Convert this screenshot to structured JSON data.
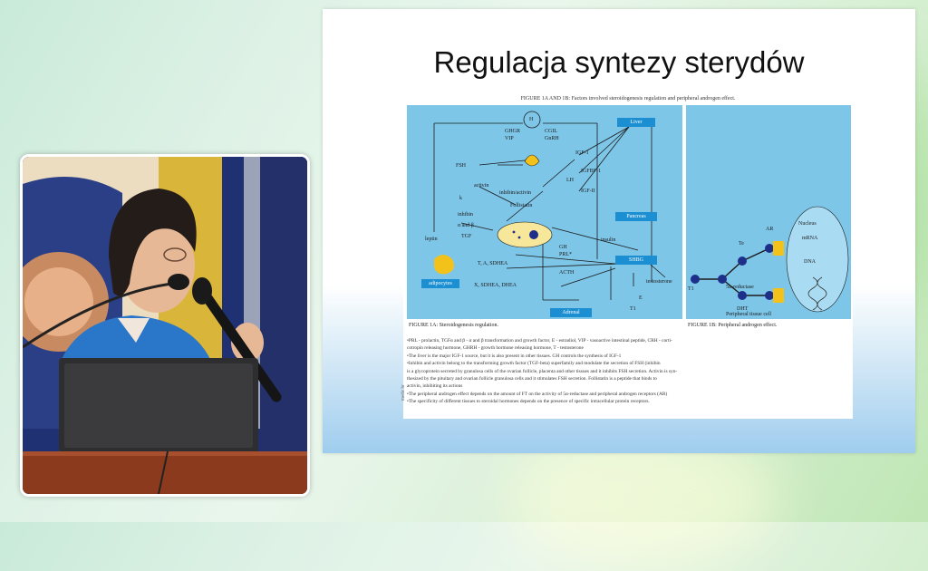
{
  "slide": {
    "title": "Regulacja syntezy sterydów",
    "figure_header": "FIGURE 1A AND 1B: Factors involved steroidogenesis regulation and peripheral androgen effect.",
    "caption_a": "FIGURE 1A: Steroidogenesis regulation.",
    "caption_b": "FIGURE 1B: Peripheral androgen effect.",
    "side_credit": "medic.hr",
    "panel_a": {
      "h": "H",
      "ghgr": "GHGR",
      "vip": "VIP",
      "cgil": "CGIL",
      "gnrh": "GnRH",
      "liver": "Liver",
      "igf1": "IGF-1",
      "igfbp": "IGFBP-1",
      "igf2": "IGF-II",
      "lh": "LH",
      "fsh": "FSH",
      "activin": "activin",
      "inhibin_activin": "inhibin/activin",
      "follistatin": "Follistatin",
      "k": "k",
      "inhibin": "inhibin",
      "alpha_beta": "α and β",
      "tgf": "TGF",
      "leptin": "leptin",
      "pancreas": "Pancreas",
      "insulin": "insulin",
      "gh": "GH",
      "prl": "PRL*",
      "t_a_sdhea": "T, A, SDHEA",
      "x_sdhea": "X, SDHEA, DHEA",
      "acth": "ACTH",
      "shbg": "SHBG",
      "adipocytes": "adipocytes",
      "adrenal": "Adrenal",
      "t1": "T1",
      "e": "E",
      "testosterone": "testosterone"
    },
    "panel_b": {
      "ar": "AR",
      "te": "Te",
      "five_alpha": "5α-reductase",
      "dht": "DHT",
      "t1": "T1",
      "nucleus": "Nucleus",
      "mrna": "mRNA",
      "dna": "DNA",
      "tissue": "Peripheral tissue cell"
    },
    "notes": [
      "•PRL - prolactin, TGFα and β - α and β transformation and growth factor, E - estradiol, VIP - vasoactive intestinal peptide, CRH - corti-",
      "cotropin releasing hormone, GHRH - growth hormone releasing hormone, T - testosterone",
      "•The liver is the major IGF-1 source, but it is also present in other tissues. GH controls the synthesis of IGF-1",
      "•Inhibin and activin belong to the transforming growth factor (TGF-beta) superfamily and modulate the secretion of FSH (inhibin",
      "is a glycoprotein secreted by granulosa cells of the ovarian follicle, placenta and other tissues and it inhibits FSH secretion. Activin is syn-",
      "thesized by the pituitary and ovarian follicle granulosa cells and it stimulates FSH secretion. Follistatin is a peptide that binds to",
      "activin, inhibiting its actions",
      "•The peripheral androgen effect depends on the amount of FT on the activity of 5α-reductase and peripheral androgen receptors (AR)",
      "•The specificity of different tissues to steroidal hormones depends on the presence of specific intracellular protein receptors."
    ]
  },
  "colors": {
    "panel_blue": "#7ec6e8",
    "box_blue": "#1b8fd2",
    "marker_navy": "#1e2f8a",
    "marker_yellow": "#f2c21a"
  }
}
